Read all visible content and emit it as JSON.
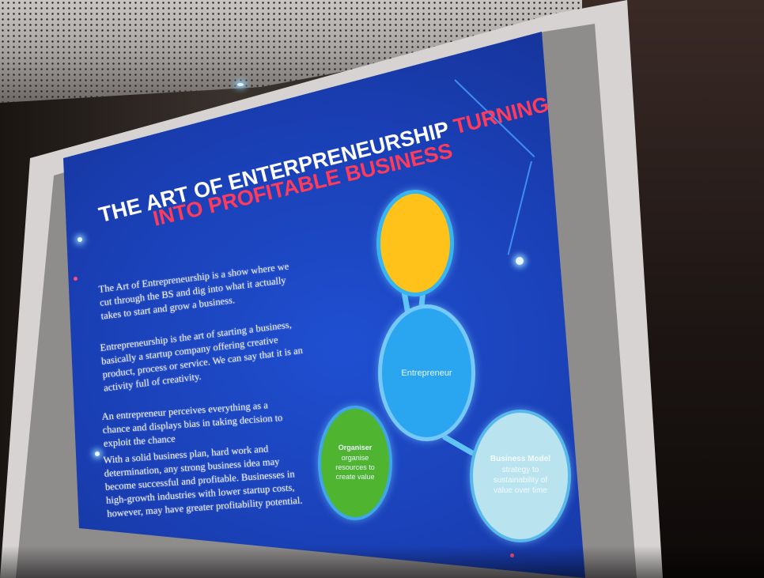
{
  "slide": {
    "title_line1": "THE  ART OF ENTERPRENEURSHIP",
    "title_highlight1": "TURNING",
    "title_line2": "INTO PROFITABLE BUSINESS",
    "paragraphs": [
      "The Art of Entrepreneurship is a show where we cut through the BS and dig into what it actually takes to start and grow a business.",
      "Entrepreneurship is the art of starting a business, basically a startup company offering creative product, process or service. We can say that it is an activity full of creativity.",
      "An entrepreneur perceives everything as a chance and displays bias in taking decision to exploit the chance",
      "With a solid business plan, hard work and determination, any strong business idea may become successful and profitable. Businesses in high-growth industries with lower startup costs, however, may have greater profitability potential."
    ],
    "diagram": {
      "center_label": "Entrepreneur",
      "left_title": "Organiser",
      "left_text": "organise resources to create value",
      "right_title": "Business Model",
      "right_text": "strategy to sustainability of value over time"
    },
    "colors": {
      "accent": "#ff3b5c",
      "background": "#1a3fb4",
      "top_circle": "#ffc21a",
      "center_circle": "#2aa6f0",
      "left_circle": "#4fb530",
      "right_circle": "#b9e3ef"
    }
  }
}
